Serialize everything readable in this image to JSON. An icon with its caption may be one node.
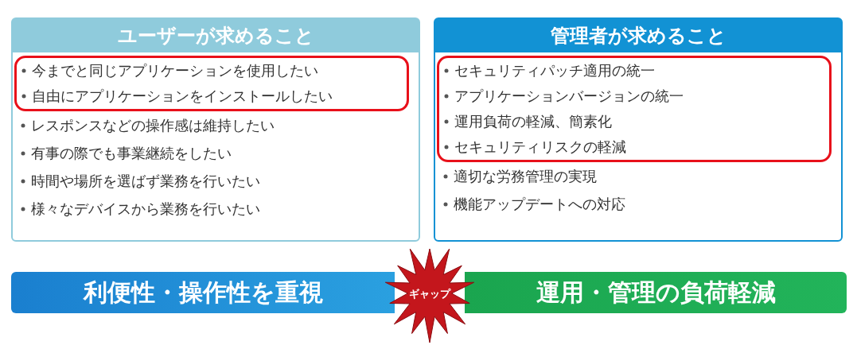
{
  "diagram": {
    "nodes": [
      {
        "text": [
          "ユーザーが求めること",
          "レスポンスなどの操作感は維持したい",
          "有事の際でも事業継続をしたい",
          "時間や場所を選ばず業務を行いたい",
          "様々なデバイスから業務を行いたい"
        ]
      },
      {
        "text": [
          "今までと同じアプリケーションを使用したい",
          "自由にアプリケーションをインストールしたい"
        ],
        "in": 0
      },
      {
        "text": [
          "管理者が求めること",
          "適切な労務管理の実現",
          "機能アップデートへの対応"
        ]
      },
      {
        "text": [
          "セキュリティパッチ適用の統一",
          "アプリケーションバージョンの統一",
          "運用負荷の軽減、簡素化",
          "セキュリティリスクの軽減"
        ],
        "in": 2
      },
      {
        "text": [
          "利便性・操作性を重視"
        ]
      },
      {
        "text": [
          "運用・管理の負荷軽減"
        ]
      },
      {
        "text": [
          "ギャップ"
        ]
      }
    ],
    "edges": []
  }
}
